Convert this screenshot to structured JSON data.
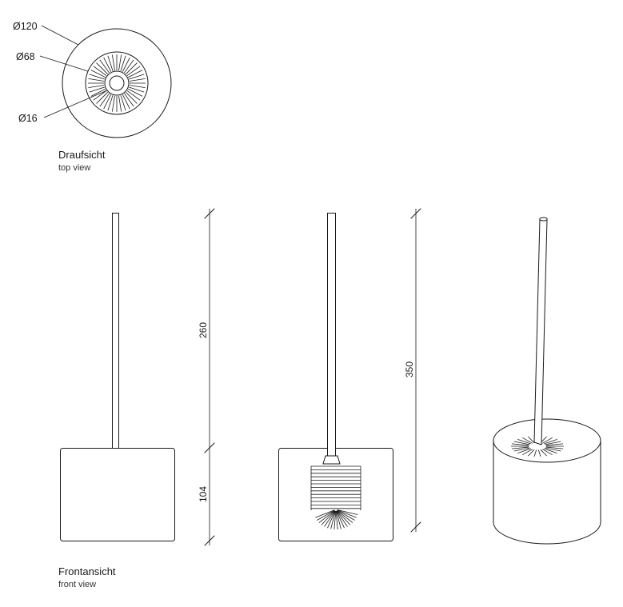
{
  "drawing": {
    "kind": "technical drawing - toilet brush with holder",
    "top_view": {
      "title_de": "Draufsicht",
      "title_en": "top view",
      "dim_outer_diameter": "Ø120",
      "dim_mid_diameter": "Ø68",
      "dim_inner_diameter": "Ø16"
    },
    "front_view": {
      "title_de": "Frontansicht",
      "title_en": "front view",
      "dim_handle_height": "260",
      "dim_body_height": "104",
      "dim_total_height": "350"
    },
    "colors": {
      "line": "#1a1a1a",
      "background": "#ffffff"
    }
  }
}
